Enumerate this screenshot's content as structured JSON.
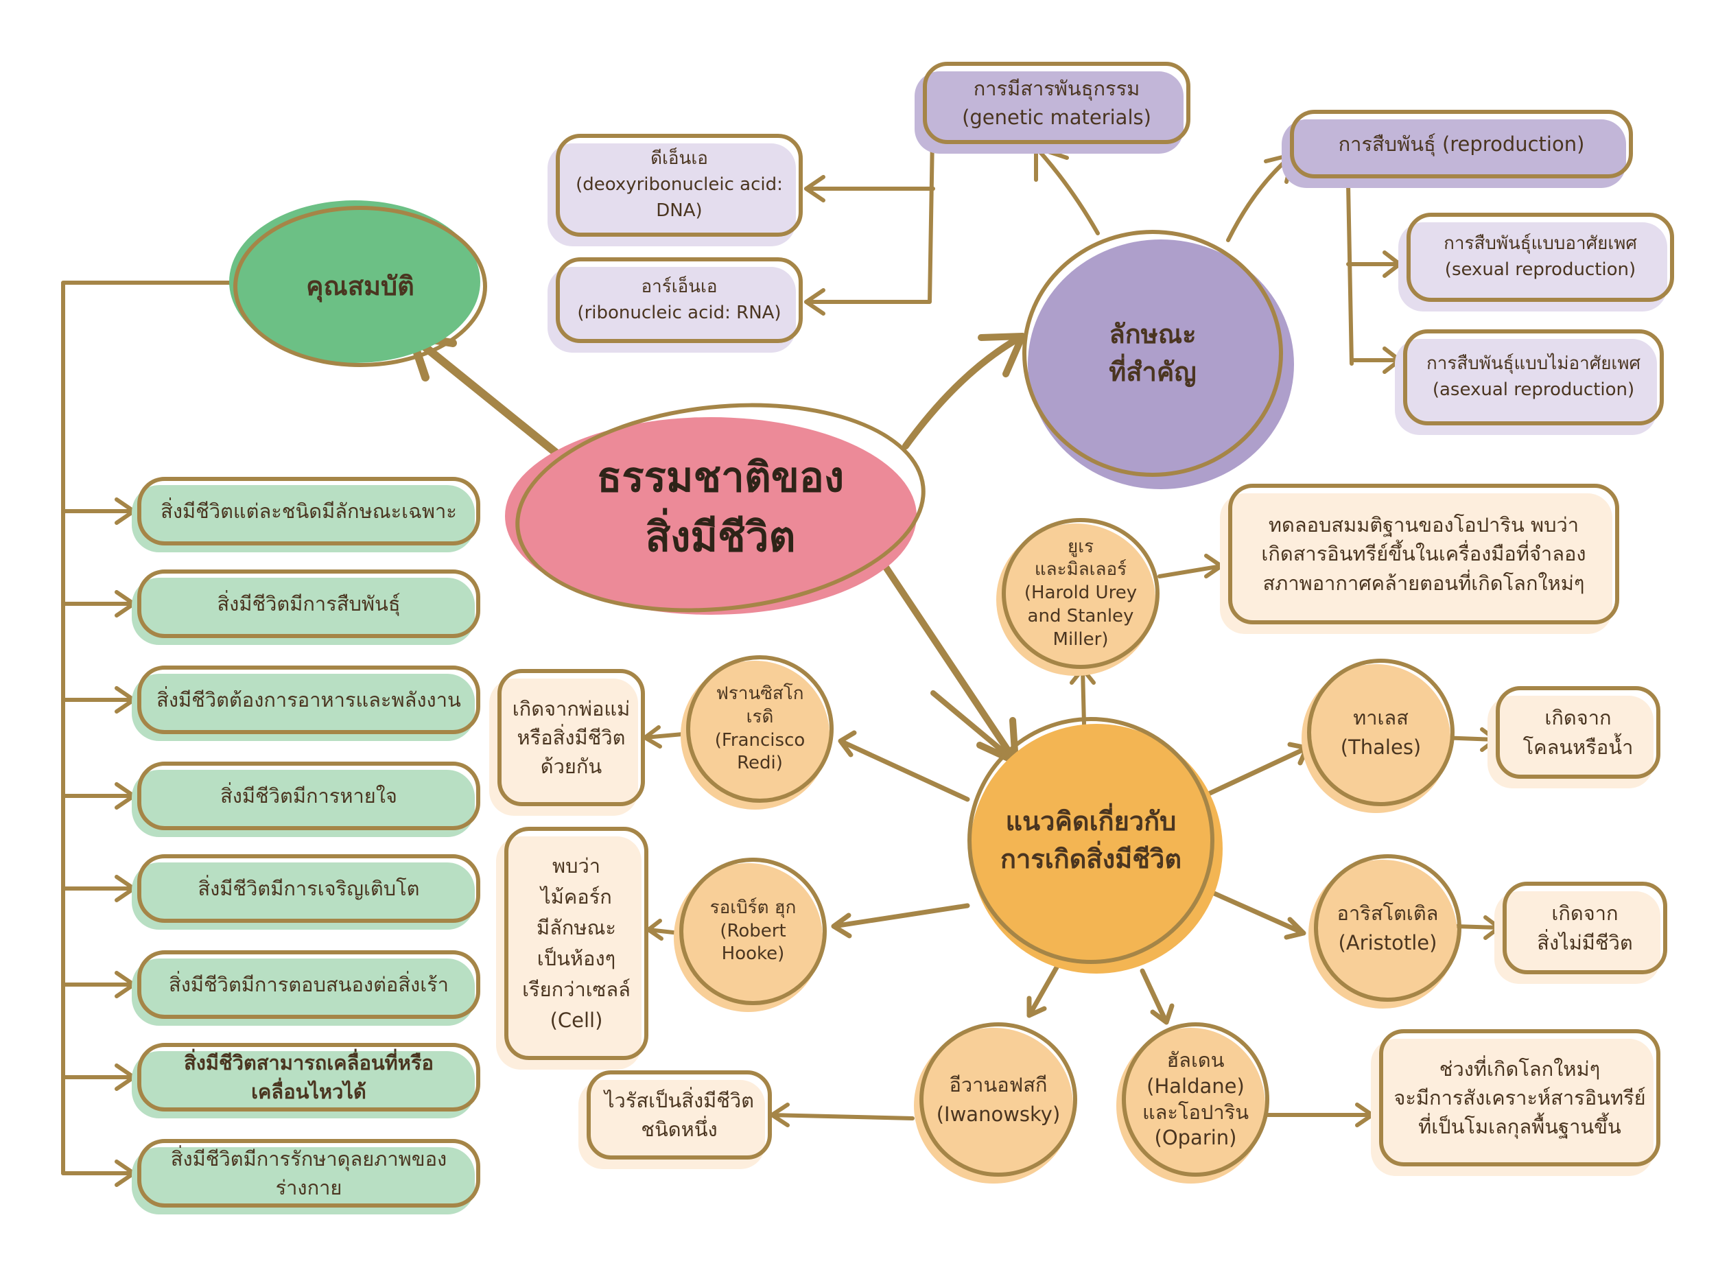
{
  "center": "ธรรมชาติของ\nสิ่งมีชีวิต",
  "properties": {
    "title": "คุณสมบัติ",
    "items": [
      "สิ่งมีชีวิตแต่ละชนิดมีลักษณะเฉพาะ",
      "สิ่งมีชีวิตมีการสืบพันธุ์",
      "สิ่งมีชีวิตต้องการอาหารและพลังงาน",
      "สิ่งมีชีวิตมีการหายใจ",
      "สิ่งมีชีวิตมีการเจริญเติบโต",
      "สิ่งมีชีวิตมีการตอบสนองต่อสิ่งเร้า",
      "สิ่งมีชีวิตสามารถเคลื่อนที่หรือเคลื่อนไหวได้",
      "สิ่งมีชีวิตมีการรักษาดุลยภาพของร่างกาย"
    ]
  },
  "characteristics": {
    "title": "ลักษณะ\nที่สำคัญ",
    "genetic": "การมีสารพันธุกรรม\n(genetic materials)",
    "dna": "ดีเอ็นเอ\n(deoxyribonucleic acid:\nDNA)",
    "rna": "อาร์เอ็นเอ\n(ribonucleic acid: RNA)",
    "reproduction": "การสืบพันธุ์ (reproduction)",
    "sexual": "การสืบพันธุ์แบบอาศัยเพศ\n(sexual reproduction)",
    "asexual": "การสืบพันธุ์แบบไม่อาศัยเพศ\n(asexual reproduction)"
  },
  "origin": {
    "title": "แนวคิดเกี่ยวกับ\nการเกิดสิ่งมีชีวิต",
    "urey": "ยูเร\nและมิลเลอร์\n(Harold Urey\nand Stanley\nMiller)",
    "urey_note": "ทดลอบสมมติฐานของโอปาริน พบว่า\nเกิดสารอินทรีย์ขึ้นในเครื่องมือที่จำลอง\nสภาพอากาศคล้ายตอนที่เกิดโลกใหม่ๆ",
    "redi": "ฟรานซิสโก\nเรดิ\n(Francisco\nRedi)",
    "redi_note": "เกิดจากพ่อแม่\nหรือสิ่งมีชีวิต\nด้วยกัน",
    "hooke": "รอเบิร์ต ฮุก\n(Robert\nHooke)",
    "hooke_note": "พบว่า\nไม้คอร์ก\nมีลักษณะ\nเป็นห้องๆ\nเรียกว่าเซลล์\n(Cell)",
    "thales": "ทาเลส\n(Thales)",
    "thales_note": "เกิดจาก\nโคลนหรือน้ำ",
    "aristotle": "อาริสโตเติล\n(Aristotle)",
    "aristotle_note": "เกิดจาก\nสิ่งไม่มีชีวิต",
    "iwanowsky": "อีวานอฟสกี\n(Iwanowsky)",
    "iwanowsky_note": "ไวรัสเป็นสิ่งมีชีวิต\nชนิดหนึ่ง",
    "haldane": "ฮัลเดน\n(Haldane)\nและโอปาริน\n(Oparin)",
    "haldane_note": "ช่วงที่เกิดโลกใหม่ๆ\nจะมีการสังเคราะห์สารอินทรีย์\nที่เป็นโมเลกุลพื้นฐานขึ้น"
  }
}
